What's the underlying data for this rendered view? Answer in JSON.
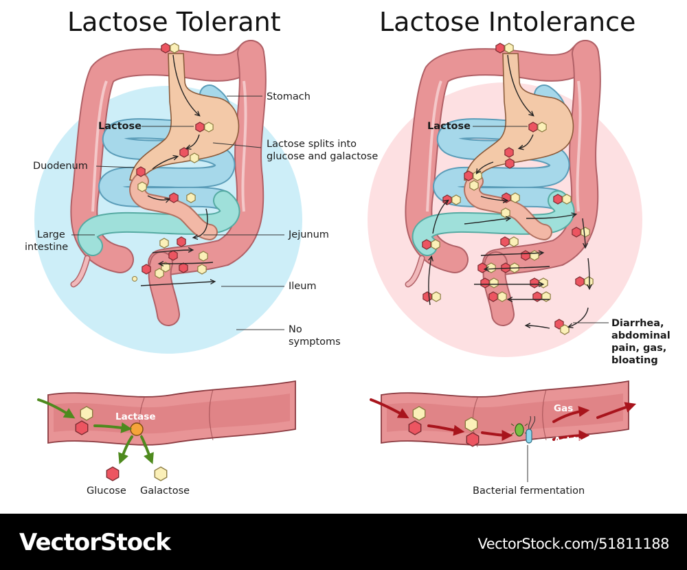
{
  "panels": {
    "tolerant": {
      "title": "Lactose Tolerant",
      "labels": {
        "stomach": "Stomach",
        "lactose": "Lactose",
        "split_line1": "Lactose splits into",
        "split_line2": "glucose and galactose",
        "duodenum": "Duodenum",
        "large_line1": "Large",
        "large_line2": "intestine",
        "jejunum": "Jejunum",
        "ileum": "Ileum",
        "nosym_line1": "No",
        "nosym_line2": "symptoms"
      },
      "tube": {
        "enzyme": "Lactase",
        "glucose": "Glucose",
        "galactose": "Galactose"
      }
    },
    "intolerance": {
      "title": "Lactose Intolerance",
      "labels": {
        "lactose": "Lactose",
        "sym_line1": "Diarrhea,",
        "sym_line2": "abdominal",
        "sym_line3": "pain, gas,",
        "sym_line4": "bloating"
      },
      "tube": {
        "gas": "Gas",
        "acids": "Acids",
        "fermentation": "Bacterial fermentation"
      }
    }
  },
  "colors": {
    "tolerant_bg": "#cdeef8",
    "intolerance_bg": "#fde0e2",
    "stomach": "#f3c9a8",
    "intestine": "#e89496",
    "small_intestine": "#a6d8ea",
    "ileum": "#9fe0da",
    "glucose": "#ec5561",
    "galactose": "#fbf0b8",
    "lactase": "#f5a43a",
    "green_arrow": "#4e8a1e",
    "red_arrow": "#a8141c"
  },
  "footer": {
    "brand": "VectorStock",
    "id": "VectorStock.com/51811188"
  }
}
